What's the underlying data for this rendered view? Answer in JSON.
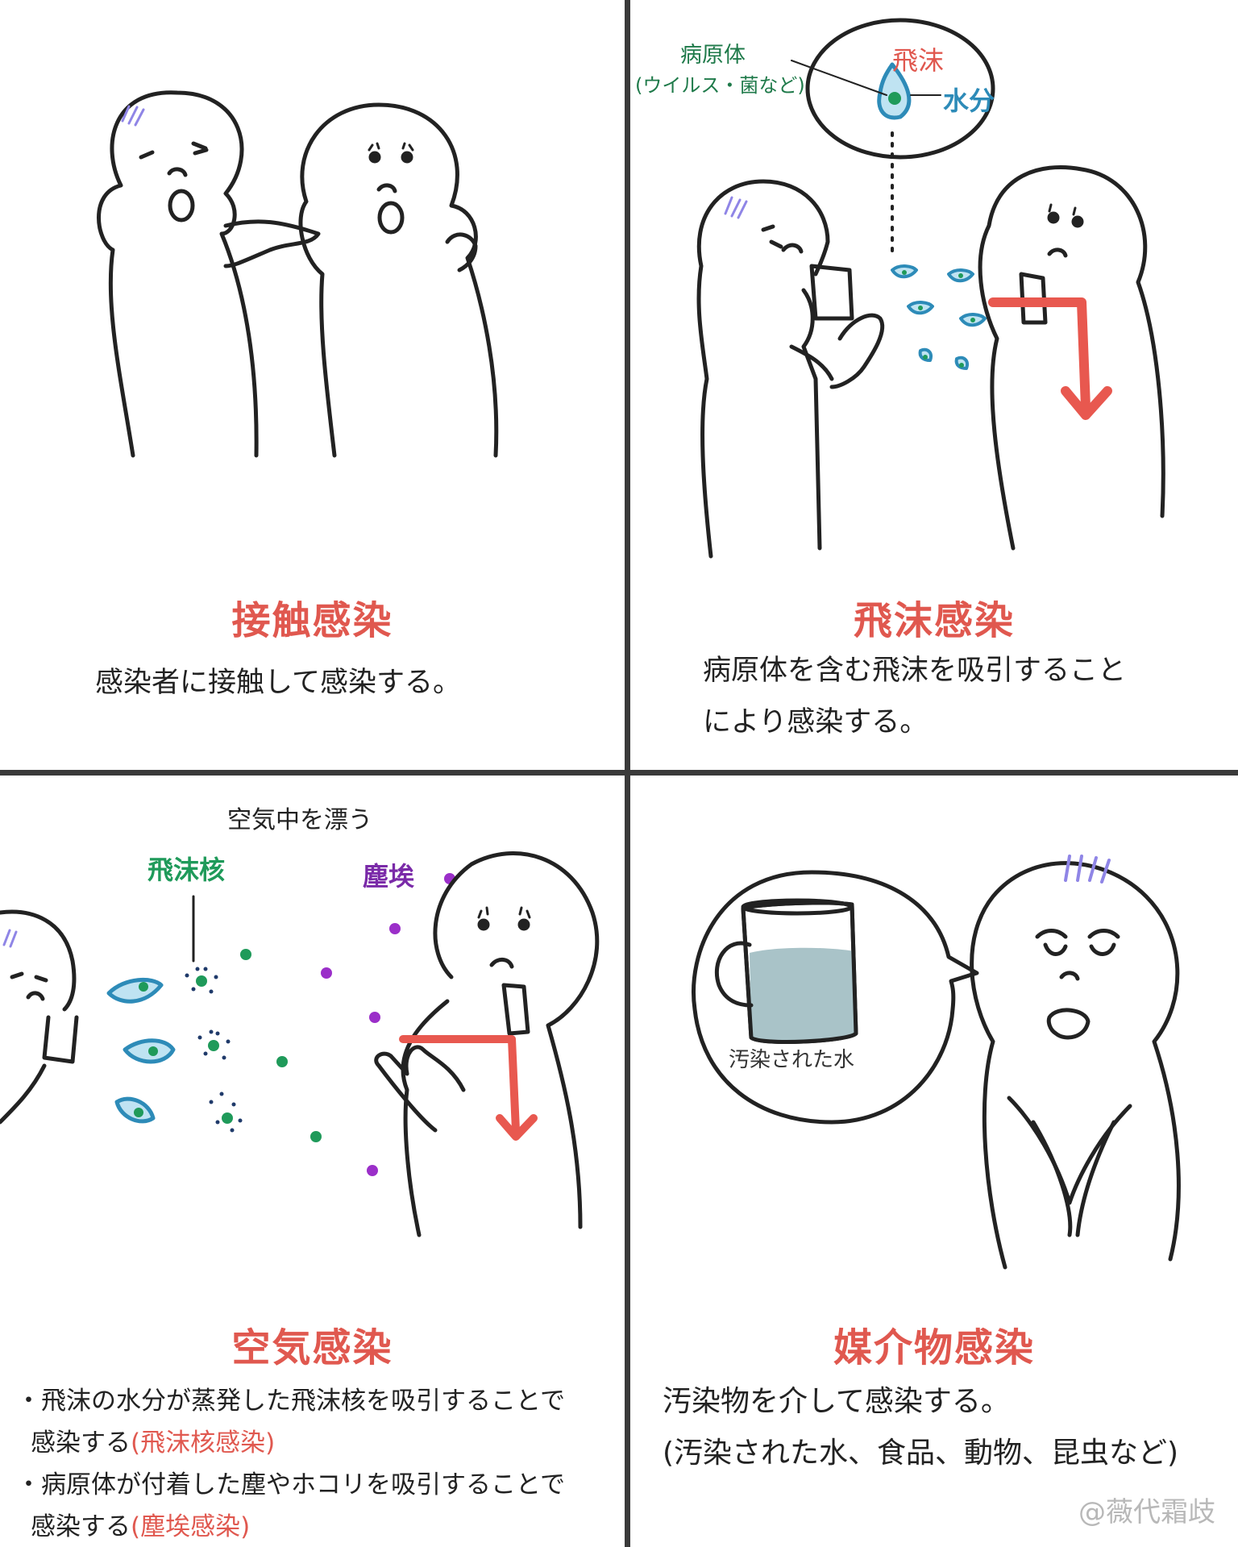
{
  "panels": {
    "contact": {
      "title": "接触感染",
      "desc": "感染者に接触して感染する。"
    },
    "droplet": {
      "title": "飛沫感染",
      "desc_line1": "病原体を含む飛沫を吸引すること",
      "desc_line2": "により感染する。",
      "label_droplet": "飛沫",
      "label_pathogen": "病原体",
      "label_pathogen_note": "(ウイルス・菌など)",
      "label_water": "水分"
    },
    "airborne": {
      "title": "空気感染",
      "label_floating": "空気中を漂う",
      "label_nuclei": "飛沫核",
      "label_dust": "塵埃",
      "bullet1_line1": "・飛沫の水分が蒸発した飛沫核を吸引することで",
      "bullet1_line2": "感染する",
      "bullet1_tag": "(飛沫核感染)",
      "bullet2_line1": "・病原体が付着した塵やホコリを吸引することで",
      "bullet2_line2": "感染する",
      "bullet2_tag": "(塵埃感染)"
    },
    "vehicle": {
      "title": "媒介物感染",
      "desc_line1": "汚染物を介して感染する。",
      "desc_line2": "(汚染された水、食品、動物、昆虫など)",
      "label_water": "汚染された水"
    }
  },
  "watermark": "@薇代霜歧",
  "colors": {
    "title_red": "#e0584f",
    "droplet_blue": "#2d8bb8",
    "nucleus_green": "#1f9a5a",
    "dust_purple": "#9b2fc9",
    "hair_purple": "#8f85e6",
    "water_gray": "#a9c3c8"
  }
}
